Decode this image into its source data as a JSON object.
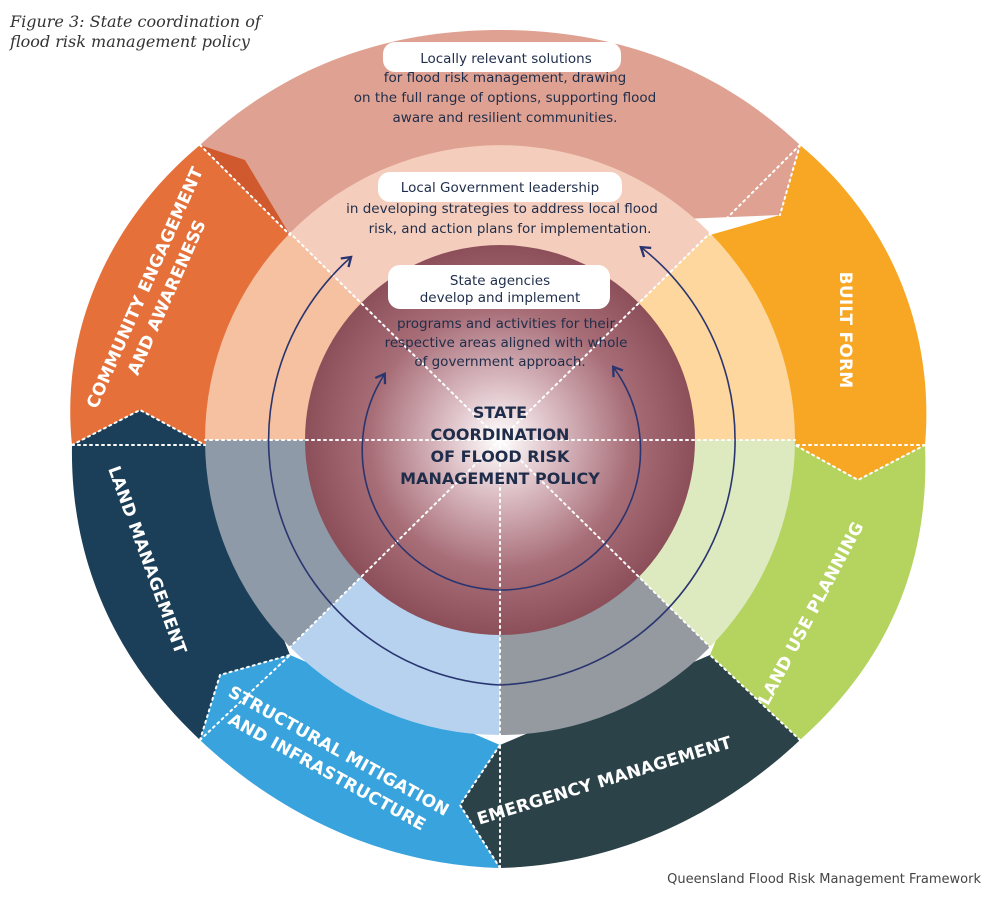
{
  "caption": {
    "line1": "Figure 3: State coordination of",
    "line2": "flood risk management policy"
  },
  "footer": "Queensland Flood Risk Management Framework",
  "center": {
    "line1": "STATE",
    "line2": "COORDINATION",
    "line3": "OF FLOOD RISK",
    "line4": "MANAGEMENT POLICY"
  },
  "rings": {
    "outer": {
      "heading": "Locally relevant solutions",
      "lines": [
        "for flood risk management, drawing",
        "on the full range of options, supporting flood",
        "aware and resilient communities."
      ]
    },
    "middle": {
      "heading": "Local Government leadership",
      "lines": [
        "in developing strategies to address local flood",
        "risk, and action plans for implementation."
      ]
    },
    "inner": {
      "heading1": "State agencies",
      "heading2": "develop and implement",
      "lines": [
        "programs and activities for their",
        "respective areas aligned with whole",
        "of government approach."
      ]
    }
  },
  "segments": {
    "community": {
      "line1": "COMMUNITY ENGAGEMENT",
      "line2": "AND AWARENESS",
      "color": "#e5703a"
    },
    "built_form": {
      "line1": "BUILT FORM",
      "color": "#f7a724"
    },
    "land_use": {
      "line1": "LAND USE PLANNING",
      "color": "#b4d35f"
    },
    "emergency": {
      "line1": "EMERGENCY MANAGEMENT",
      "color": "#2c4249"
    },
    "structural": {
      "line1": "STRUCTURAL MITIGATION",
      "line2": "AND INFRASTRUCTURE",
      "color": "#38a3dc"
    },
    "land_mgmt": {
      "line1": "LAND MANAGEMENT",
      "color": "#1b3f58"
    }
  }
}
